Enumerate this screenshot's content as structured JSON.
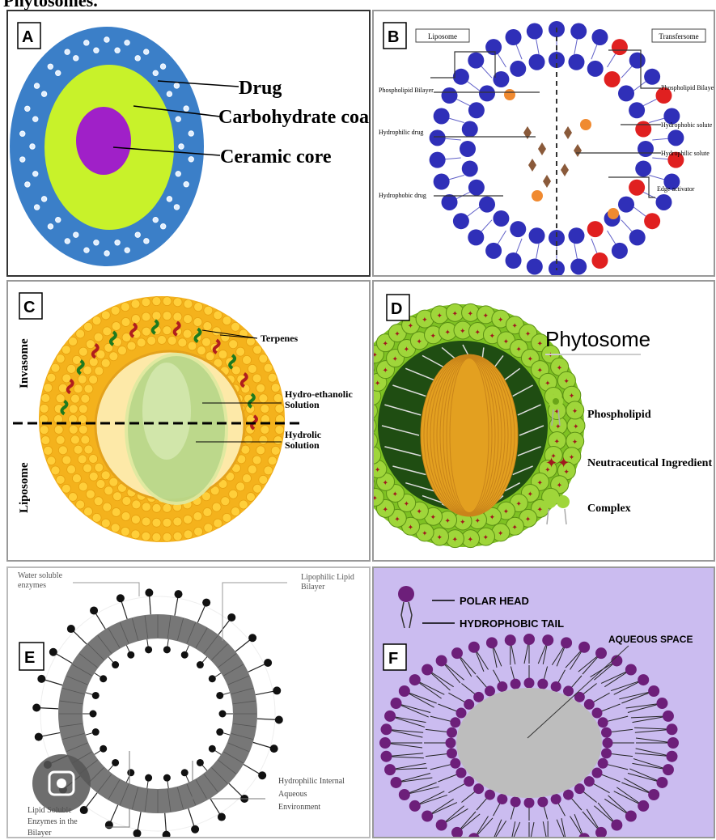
{
  "page_title": "Phytosomes.",
  "panels": {
    "A": {
      "letter": "A",
      "drug": "Drug",
      "carbohydrate": "Carbohydrate coat",
      "ceramic": "Ceramic core"
    },
    "B": {
      "letter": "B",
      "liposome": "Liposome",
      "transfersome": "Transfersome",
      "phospholipid_left": "Phospholipid Bilayer",
      "hydrophilic_left": "Hydrophilic drug",
      "hydrophobic_left": "Hydrophobic drug",
      "phospholipid_right": "Phospholipid Bilayer",
      "hydrophobic_right": "Hydrophobic solute",
      "hydrophilic_right": "Hydrophilic solute",
      "edge": "Edge activator"
    },
    "C": {
      "letter": "C",
      "invasome": "Invasome",
      "liposome": "Liposome",
      "terpenes": "Terpenes",
      "hydroethanolic_1": "Hydro-ethanolic",
      "hydroethanolic_2": "Solution",
      "hydrolic_1": "Hydrolic",
      "hydrolic_2": "Solution"
    },
    "D": {
      "letter": "D",
      "heading": "Phytosome",
      "phospholipid": "Phospholipid",
      "neutraceutical": "Neutraceutical Ingredient",
      "complex": "Complex"
    },
    "E": {
      "letter": "E",
      "water_soluble_1": "Water soluble",
      "water_soluble_2": "enzymes",
      "lipophilic_1": "Lipophilic Lipid",
      "lipophilic_2": "Bilayer",
      "hydrophilic_1": "Hydrophilic Internal",
      "hydrophilic_2": "Aqueous",
      "hydrophilic_3": "Environment",
      "lipid_soluble_1": "Lipid Soluble",
      "lipid_soluble_2": "Enzymes in the",
      "lipid_soluble_3": "Bilayer"
    },
    "F": {
      "letter": "F",
      "polar_head": "POLAR HEAD",
      "hydrophobic_tail": "HYDROPHOBIC TAIL",
      "aqueous_space": "AQUEOUS SPACE"
    }
  },
  "colors": {
    "A_outer": "#3b7fc8",
    "A_middle": "#c8f22a",
    "A_core": "#a020c8",
    "B_blue": "#2f2fb8",
    "B_red": "#e02020",
    "B_orange": "#f08a30",
    "B_brown": "#8a5a3a",
    "C_yellow": "#f4b21c",
    "D_green": "#7fc223",
    "E_gray": "#777777",
    "F_bg": "#cbbcf0",
    "F_head": "#6d1f7a"
  }
}
